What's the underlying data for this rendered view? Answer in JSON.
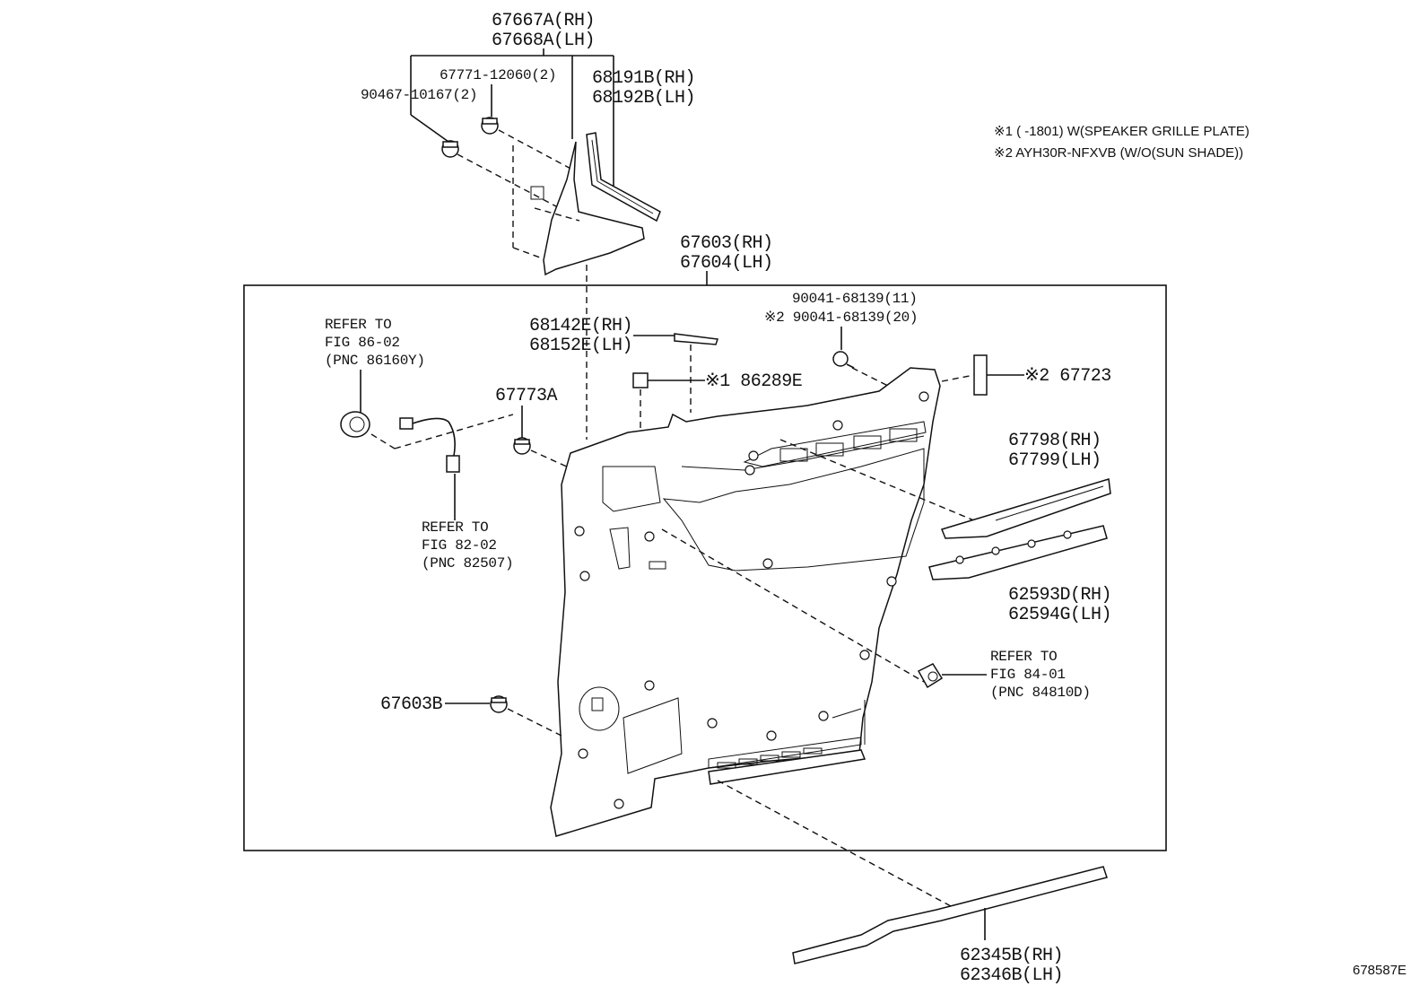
{
  "diagram_code": "678587E",
  "notes": [
    "※1 (       -1801) W(SPEAKER GRILLE PLATE)",
    "※2 AYH30R-NFXVB (W/O(SUN SHADE))"
  ],
  "labels": {
    "p67667A": "67667A(RH)",
    "p67668A": "67668A(LH)",
    "p67771": "67771-12060(2)",
    "p90467": "90467-10167(2)",
    "p68191B": "68191B(RH)",
    "p68192B": "68192B(LH)",
    "p67603": "67603(RH)",
    "p67604": "67604(LH)",
    "p90041a": "90041-68139(11)",
    "p90041b": "※2 90041-68139(20)",
    "p68142E": "68142E(RH)",
    "p68152E": "68152E(LH)",
    "p86289E": "※1 86289E",
    "p67723": "※2 67723",
    "p67773A": "67773A",
    "p67798": "67798(RH)",
    "p67799": "67799(LH)",
    "p62593D": "62593D(RH)",
    "p62594G": "62594G(LH)",
    "p67603B": "67603B",
    "p62345B": "62345B(RH)",
    "p62346B": "62346B(LH)"
  },
  "references": {
    "ref86_1": "REFER TO",
    "ref86_2": "FIG 86-02",
    "ref86_3": "(PNC 86160Y)",
    "ref82_1": "REFER TO",
    "ref82_2": "FIG 82-02",
    "ref82_3": "(PNC 82507)",
    "ref84_1": "REFER TO",
    "ref84_2": "FIG 84-01",
    "ref84_3": "(PNC 84810D)"
  }
}
